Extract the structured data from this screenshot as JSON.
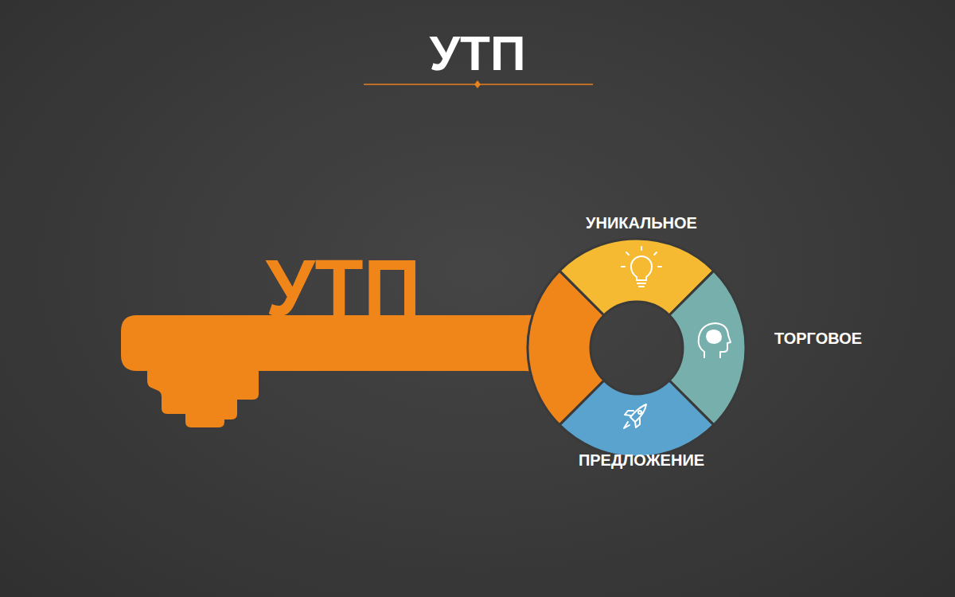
{
  "diagram": {
    "title": "УТП",
    "labels": [
      "УТП",
      "УНИКАЛЬНОЕ",
      "ТОРГОВОЕ",
      "ПРЕДЛОЖЕНИЕ"
    ]
  }
}
